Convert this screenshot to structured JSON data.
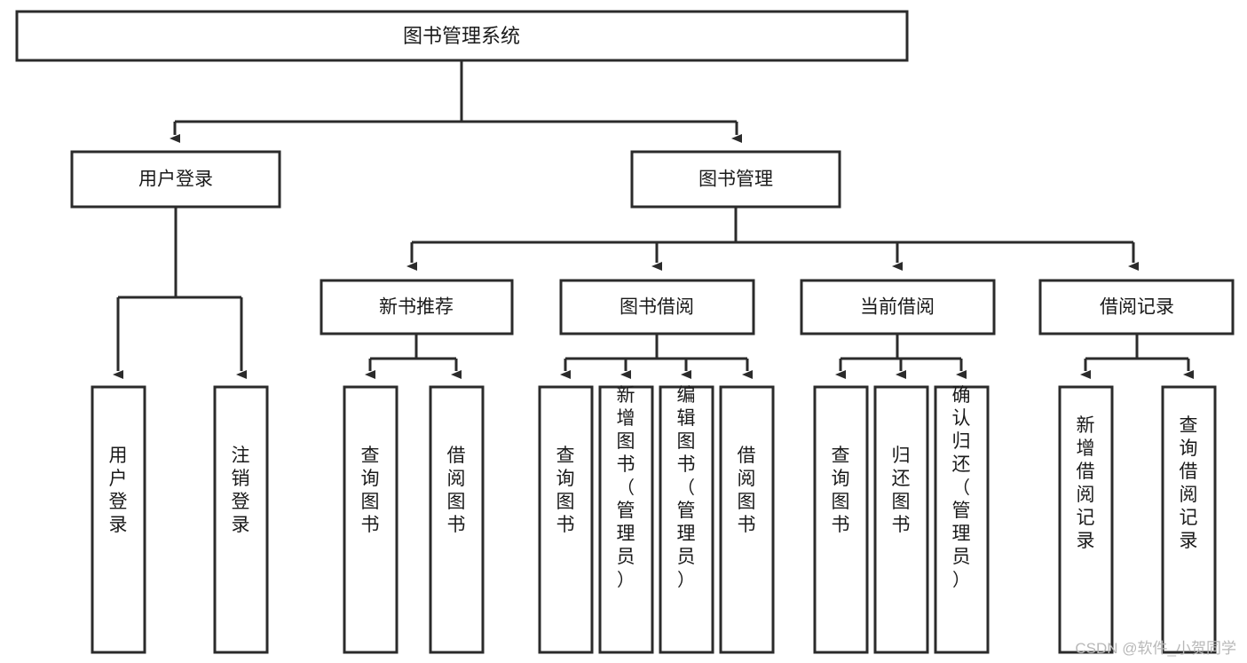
{
  "diagram": {
    "title": "图书管理系统",
    "type": "tree-hierarchy",
    "watermark": "CSDN @软件_小贺同学",
    "colors": {
      "stroke": "#2b2b2b",
      "fill": "#ffffff",
      "text": "#1a1a1a",
      "watermark": "#b8b8b8"
    },
    "root": {
      "label": "图书管理系统"
    },
    "level2": [
      {
        "label": "用户登录"
      },
      {
        "label": "图书管理"
      }
    ],
    "level3": [
      {
        "label": "新书推荐"
      },
      {
        "label": "图书借阅"
      },
      {
        "label": "当前借阅"
      },
      {
        "label": "借阅记录"
      }
    ],
    "leaves": {
      "user_login": [
        {
          "label": "用户登录"
        },
        {
          "label": "注销登录"
        }
      ],
      "new_book_recommend": [
        {
          "label": "查询图书"
        },
        {
          "label": "借阅图书"
        }
      ],
      "book_borrow": [
        {
          "label": "查询图书"
        },
        {
          "label": "新增图书（管理员）"
        },
        {
          "label": "编辑图书（管理员）"
        },
        {
          "label": "借阅图书"
        }
      ],
      "current_borrow": [
        {
          "label": "查询图书"
        },
        {
          "label": "归还图书"
        },
        {
          "label": "确认归还（管理员）"
        }
      ],
      "borrow_record": [
        {
          "label": "新增借阅记录"
        },
        {
          "label": "查询借阅记录"
        }
      ]
    }
  }
}
